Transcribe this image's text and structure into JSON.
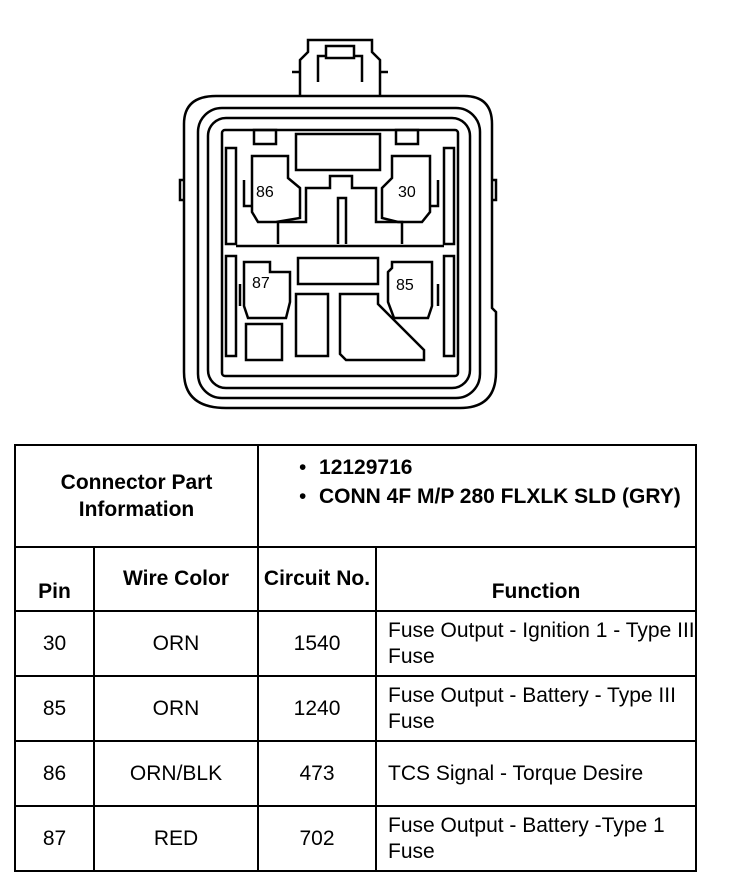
{
  "connector_view": {
    "pin_labels": [
      "86",
      "30",
      "87",
      "85"
    ]
  },
  "table": {
    "connector_info_label": "Connector Part Information",
    "part_info": [
      "12129716",
      "CONN 4F M/P 280 FLXLK SLD (GRY)"
    ],
    "columns": {
      "pin": "Pin",
      "wire_color": "Wire Color",
      "circuit": "Circuit No.",
      "function": "Function"
    },
    "rows": [
      {
        "pin": "30",
        "wire_color": "ORN",
        "circuit": "1540",
        "function": "Fuse Output - Ignition 1 - Type III Fuse"
      },
      {
        "pin": "85",
        "wire_color": "ORN",
        "circuit": "1240",
        "function": "Fuse Output - Battery - Type III Fuse"
      },
      {
        "pin": "86",
        "wire_color": "ORN/BLK",
        "circuit": "473",
        "function": "TCS Signal - Torque Desire"
      },
      {
        "pin": "87",
        "wire_color": "RED",
        "circuit": "702",
        "function": "Fuse Output - Battery -Type 1 Fuse"
      }
    ]
  }
}
